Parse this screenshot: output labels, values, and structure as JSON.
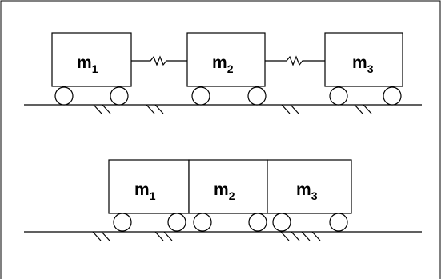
{
  "top_system": {
    "masses": [
      {
        "label": "m",
        "sub": "1"
      },
      {
        "label": "m",
        "sub": "2"
      },
      {
        "label": "m",
        "sub": "3"
      }
    ]
  },
  "bottom_system": {
    "masses": [
      {
        "label": "m",
        "sub": "1"
      },
      {
        "label": "m",
        "sub": "2"
      },
      {
        "label": "m",
        "sub": "3"
      }
    ]
  }
}
